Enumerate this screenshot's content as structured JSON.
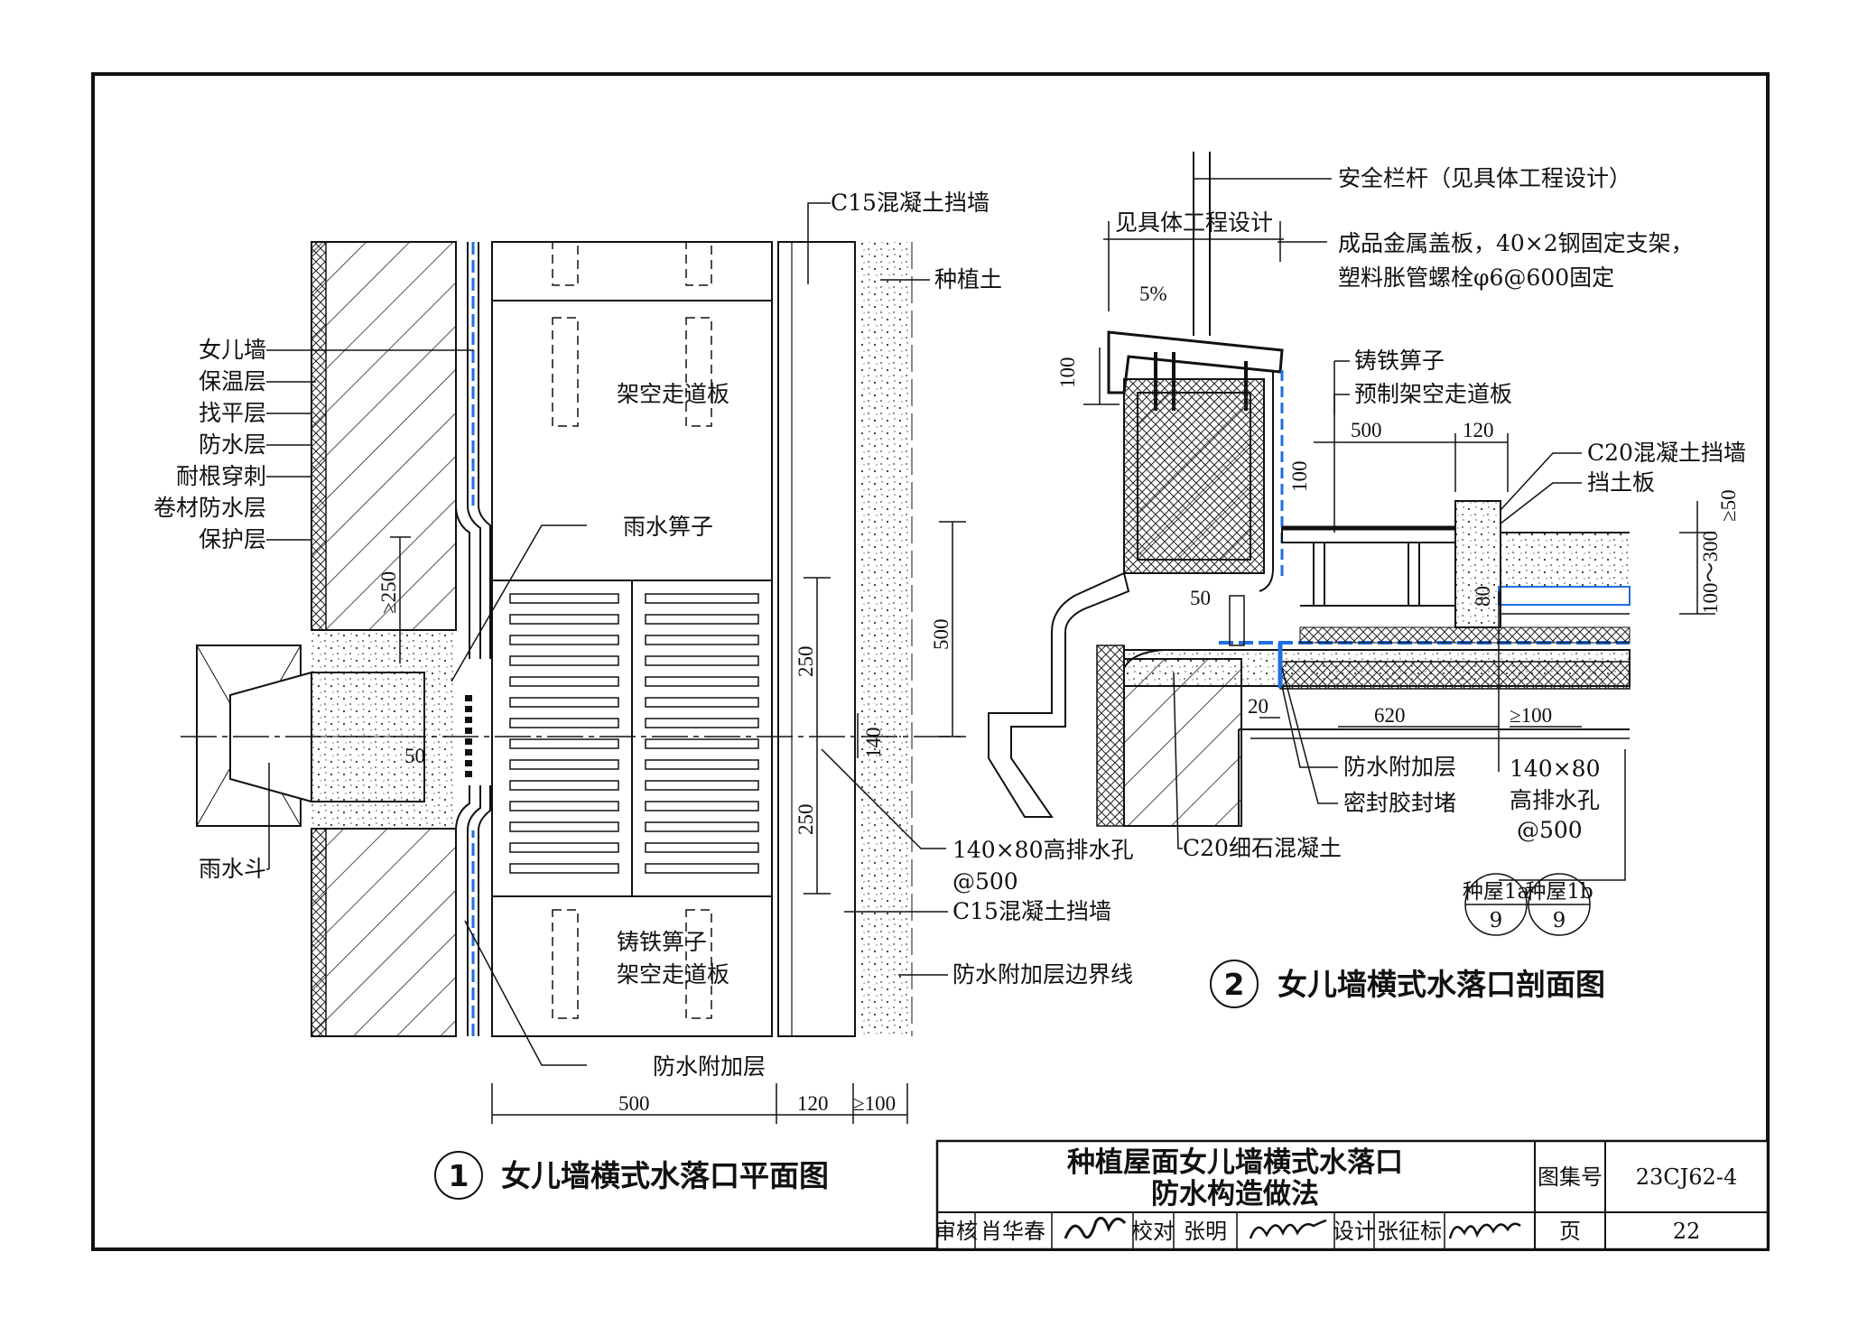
{
  "drawing": {
    "plan": {
      "number": "1",
      "title": "女儿墙横式水落口平面图",
      "labels": {
        "parapet": "女儿墙",
        "insulation": "保温层",
        "leveling": "找平层",
        "waterproof": "防水层",
        "root_resistant": "耐根穿刺",
        "membrane": "卷材防水层",
        "protection": "保护层",
        "rain_hopper": "雨水斗",
        "walkway_top": "架空走道板",
        "rain_grate": "雨水箅子",
        "cast_iron_grate": "铸铁箅子",
        "walkway_bottom": "架空走道板",
        "additional_layer": "防水附加层",
        "c15_wall_top": "C15混凝土挡墙",
        "planting_soil": "种植土",
        "drain_hole_1": "140×80高排水孔",
        "drain_hole_2": "@500",
        "c15_wall_bottom": "C15混凝土挡墙",
        "boundary_line": "防水附加层边界线"
      },
      "dims": {
        "ge250": "≥250",
        "d50": "50",
        "d250a": "250",
        "d250b": "250",
        "d140": "140",
        "d500v": "500",
        "d500h": "500",
        "d120": "120",
        "ge100": "≥100"
      }
    },
    "section": {
      "number": "2",
      "title": "女儿墙横式水落口剖面图",
      "labels": {
        "railing": "安全栏杆（见具体工程设计）",
        "see_design": "见具体工程设计",
        "cap_1": "成品金属盖板，40×2钢固定支架，",
        "cap_2": "塑料胀管螺栓φ6@600固定",
        "cast_iron_grate": "铸铁箅子",
        "prefab_walkway": "预制架空走道板",
        "c20_wall": "C20混凝土挡墙",
        "retaining_board": "挡土板",
        "additional_layer": "防水附加层",
        "sealant": "密封胶封堵",
        "drain_1": "140×80",
        "drain_2": "高排水孔",
        "drain_3": "@500",
        "c20_fine": "C20细石混凝土",
        "ref_a": "种屋1a",
        "ref_b": "种屋1b",
        "ref_page_a": "9",
        "ref_page_b": "9"
      },
      "dims": {
        "slope": "5%",
        "d100a": "100",
        "d100b": "100",
        "d500": "500",
        "d120": "120",
        "d50": "50",
        "d80": "80",
        "d20": "20",
        "d620": "620",
        "ge100": "≥100",
        "d100_300": "100～300",
        "ge50": "≥50"
      }
    }
  },
  "title_block": {
    "title_line1": "种植屋面女儿墙横式水落口",
    "title_line2": "防水构造做法",
    "atlas_label": "图集号",
    "atlas_no": "23CJ62-4",
    "review_label": "审核",
    "reviewer": "肖华春",
    "check_label": "校对",
    "checker": "张明",
    "design_label": "设计",
    "designer": "张征标",
    "page_label": "页",
    "page_no": "22"
  },
  "colors": {
    "line": "#111111",
    "waterproof": "#1f6fe0"
  }
}
